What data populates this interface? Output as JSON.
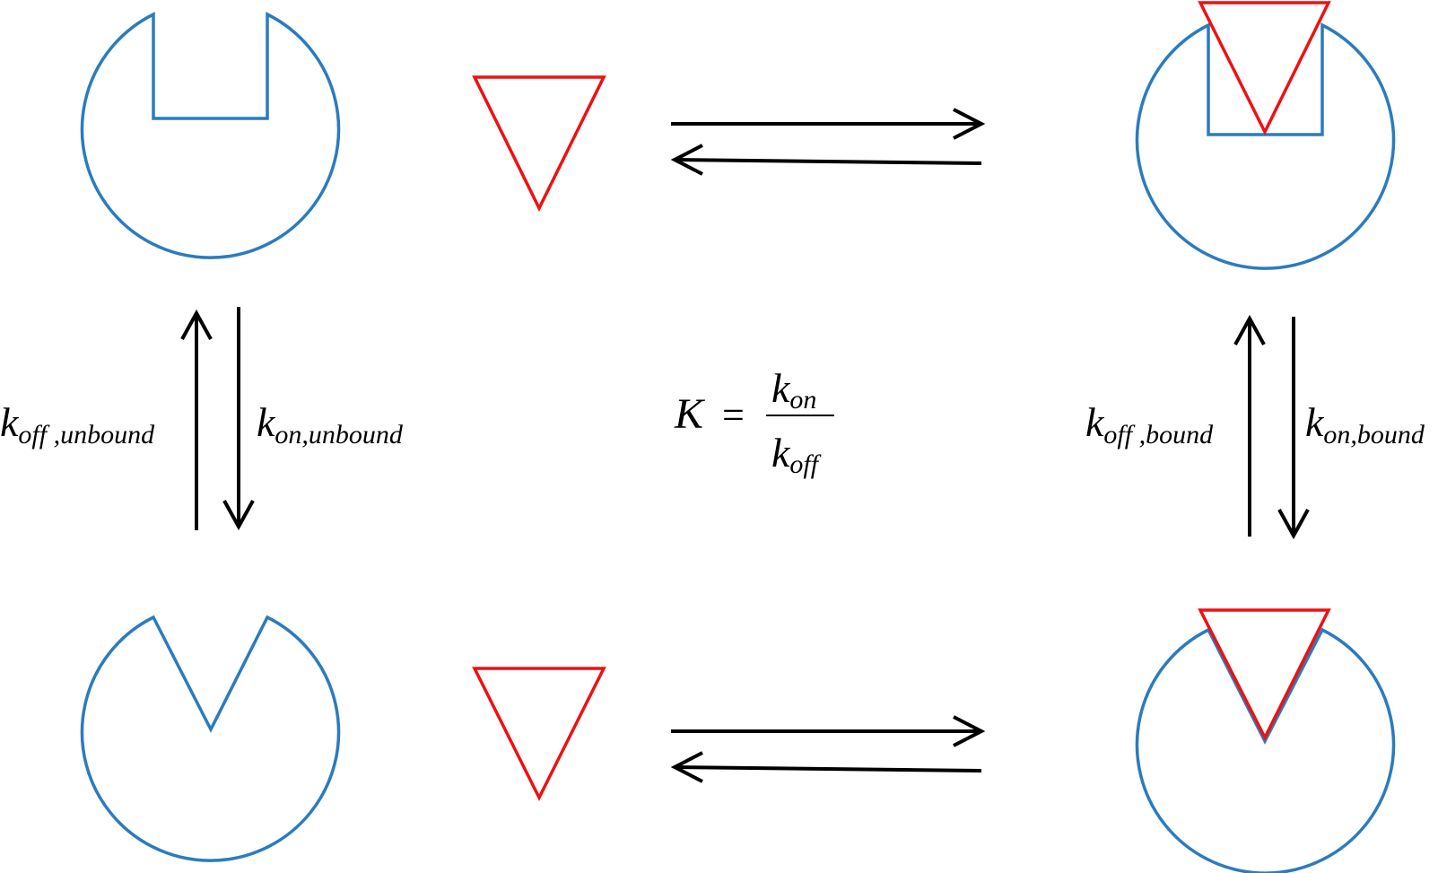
{
  "colors": {
    "receptor": "#2b7bbf",
    "ligand": "#ee1111",
    "arrow": "#000000",
    "background": "#ffffff"
  },
  "labels": {
    "left": {
      "main": "k",
      "sub": "off ,unbound"
    },
    "left_on": {
      "main": "k",
      "sub": "on,unbound"
    },
    "right_off": {
      "main": "k",
      "sub": "off ,bound"
    },
    "right_on": {
      "main": "k",
      "sub": "on,bound"
    }
  },
  "equation": {
    "lhs": "K",
    "equals": "=",
    "numerator_main": "k",
    "numerator_sub": "on",
    "denominator_main": "k",
    "denominator_sub": "off"
  }
}
